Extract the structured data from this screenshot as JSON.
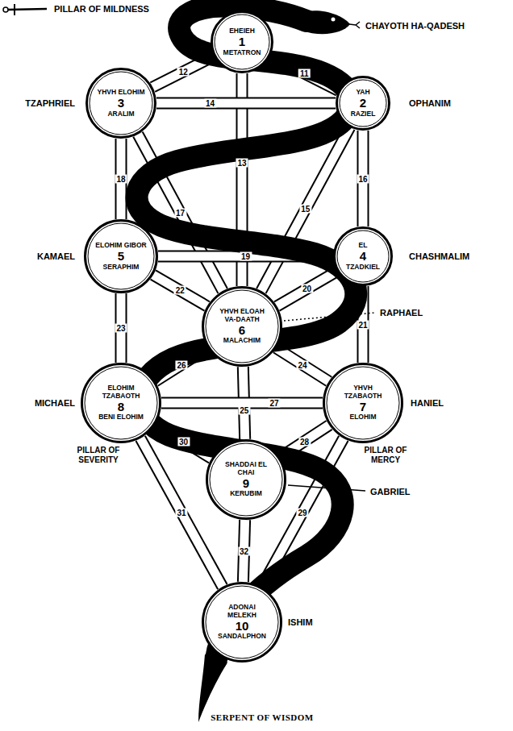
{
  "diagram": {
    "caption": "SERPENT OF WISDOM",
    "nodes": [
      {
        "text": [
          "EHEIEH",
          "1",
          "METATRON"
        ]
      },
      {
        "text": [
          "YHVH ELOHIM",
          "3",
          "ARALIM"
        ]
      },
      {
        "text": [
          "YAH",
          "2",
          "RAZIEL"
        ]
      },
      {
        "text": [
          "ELOHIM GIBOR",
          "5",
          "SERAPHIM"
        ]
      },
      {
        "text": [
          "EL",
          "4",
          "TZADKIEL"
        ]
      },
      {
        "text": [
          "YHVH ELOAH VA-DAATH",
          "6",
          "MALACHIM"
        ]
      },
      {
        "text": [
          "ELOHIM TZABAOTH",
          "8",
          "BENI ELOHIM"
        ]
      },
      {
        "text": [
          "YHVH TZABAOTH",
          "7",
          "ELOHIM"
        ]
      },
      {
        "text": [
          "SHADDAI EL CHAI",
          "9",
          "KERUBIM"
        ]
      },
      {
        "text": [
          "ADONAI MELEKH",
          "10",
          "SANDALPHON"
        ]
      }
    ],
    "edges": [
      {
        "from": 0,
        "to": 2,
        "arrow": "none",
        "label": "11"
      },
      {
        "from": 0,
        "to": 1,
        "arrow": "none",
        "label": "12"
      },
      {
        "from": 0,
        "to": 5,
        "arrow": "none",
        "label": "13"
      },
      {
        "from": 2,
        "to": 1,
        "arrow": "none",
        "label": "14"
      },
      {
        "from": 2,
        "to": 5,
        "arrow": "none",
        "label": "15"
      },
      {
        "from": 2,
        "to": 4,
        "arrow": "none",
        "label": "16"
      },
      {
        "from": 1,
        "to": 5,
        "arrow": "none",
        "label": "17"
      },
      {
        "from": 1,
        "to": 3,
        "arrow": "none",
        "label": "18"
      },
      {
        "from": 4,
        "to": 3,
        "arrow": "none",
        "label": "19"
      },
      {
        "from": 4,
        "to": 5,
        "arrow": "none",
        "label": "20"
      },
      {
        "from": 4,
        "to": 7,
        "arrow": "none",
        "label": "21"
      },
      {
        "from": 3,
        "to": 5,
        "arrow": "none",
        "label": "22"
      },
      {
        "from": 3,
        "to": 6,
        "arrow": "none",
        "label": "23"
      },
      {
        "from": 5,
        "to": 7,
        "arrow": "none",
        "label": "24"
      },
      {
        "from": 5,
        "to": 8,
        "arrow": "none",
        "label": "25"
      },
      {
        "from": 5,
        "to": 6,
        "arrow": "none",
        "label": "26"
      },
      {
        "from": 7,
        "to": 6,
        "arrow": "none",
        "label": "27"
      },
      {
        "from": 7,
        "to": 8,
        "arrow": "none",
        "label": "28"
      },
      {
        "from": 7,
        "to": 9,
        "arrow": "none",
        "label": "29"
      },
      {
        "from": 6,
        "to": 8,
        "arrow": "none",
        "label": "30"
      },
      {
        "from": 6,
        "to": 9,
        "arrow": "none",
        "label": "31"
      },
      {
        "from": 8,
        "to": 9,
        "arrow": "none",
        "label": "32"
      }
    ],
    "labels": [
      "PILLAR OF MILDNESS",
      "CHAYOTH HA-QADESH",
      "TZAPHRIEL",
      "OPHANIM",
      "KAMAEL",
      "CHASHMALIM",
      "RAPHAEL",
      "MICHAEL",
      "HANIEL",
      "PILLAR OF SEVERITY",
      "PILLAR OF MERCY",
      "GABRIEL",
      "ISHIM"
    ]
  }
}
